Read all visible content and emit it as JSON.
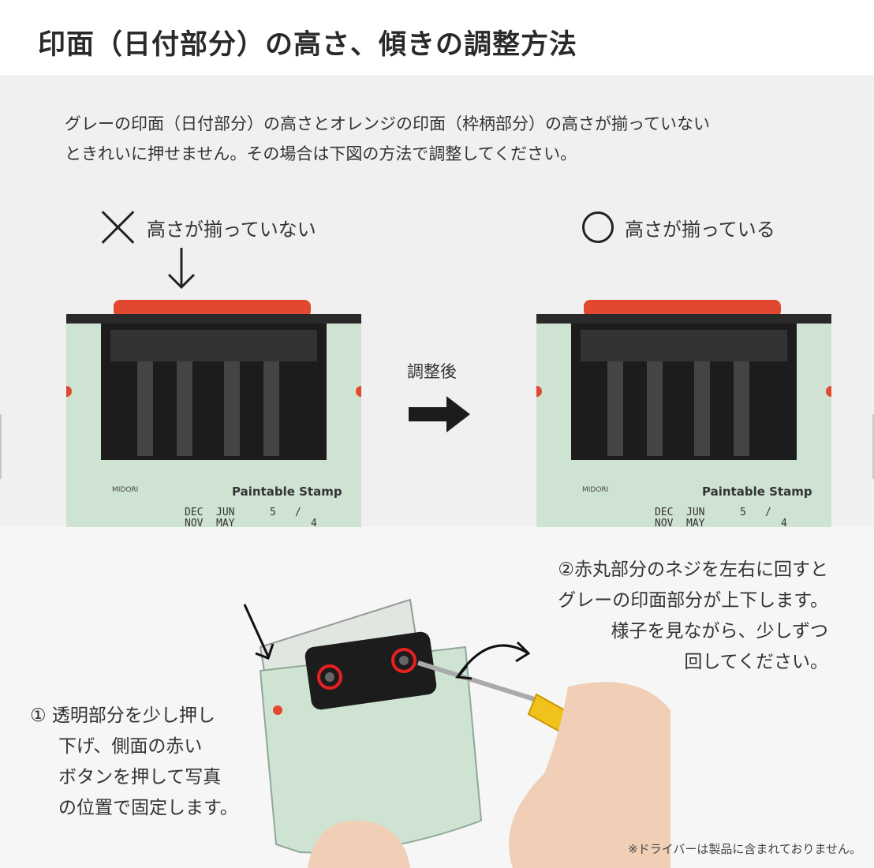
{
  "title": "印面（日付部分）の高さ、傾きの調整方法",
  "intro": {
    "line1": "グレーの印面（日付部分）の高さとオレンジの印面（枠柄部分）の高さが揃っていない",
    "line2": "ときれいに押せません。その場合は下図の方法で調整してください。"
  },
  "before": {
    "icon": "cross-mark-icon",
    "label": "高さが揃っていない"
  },
  "after": {
    "icon": "circle-mark-icon",
    "label": "高さが揃っている"
  },
  "adjust_label": "調整後",
  "stamp": {
    "brand": "MIDORI",
    "product": "Paintable Stamp",
    "months_row1": [
      "DEC",
      "JUN"
    ],
    "months_row2": [
      "NOV",
      "MAY"
    ],
    "digits": [
      "5",
      "/",
      "4"
    ],
    "colors": {
      "body": "#cfe3d3",
      "top": "#e2472f",
      "black": "#1c1c1c"
    }
  },
  "step2": {
    "line1": "②赤丸部分のネジを左右に回すと",
    "line2": "グレーの印面部分が上下します。",
    "line3": "様子を見ながら、少しずつ",
    "line4": "回してください。"
  },
  "step1": {
    "line1": "① 透明部分を少し押し",
    "line2": "下げ、側面の赤い",
    "line3": "ボタンを押して写真",
    "line4": "の位置で固定します。"
  },
  "note": "※ドライバーは製品に含まれておりません。"
}
